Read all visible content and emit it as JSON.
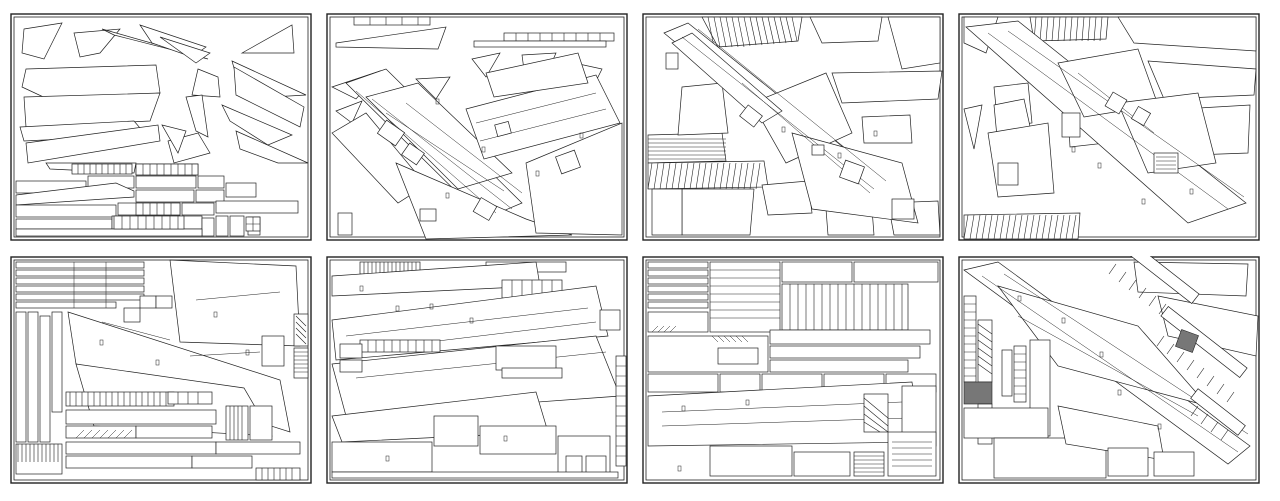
{
  "sheets": [
    {
      "id": 1,
      "layout": "shards"
    },
    {
      "id": 2,
      "layout": "diagonal-plan"
    },
    {
      "id": 3,
      "layout": "diagonal-plan-hatched"
    },
    {
      "id": 4,
      "layout": "diagonal-plan-sparse"
    },
    {
      "id": 5,
      "layout": "dense-strips"
    },
    {
      "id": 6,
      "layout": "dense-strips-boxes"
    },
    {
      "id": 7,
      "layout": "vertical-strips"
    },
    {
      "id": 8,
      "layout": "diagonal-boxes"
    }
  ]
}
